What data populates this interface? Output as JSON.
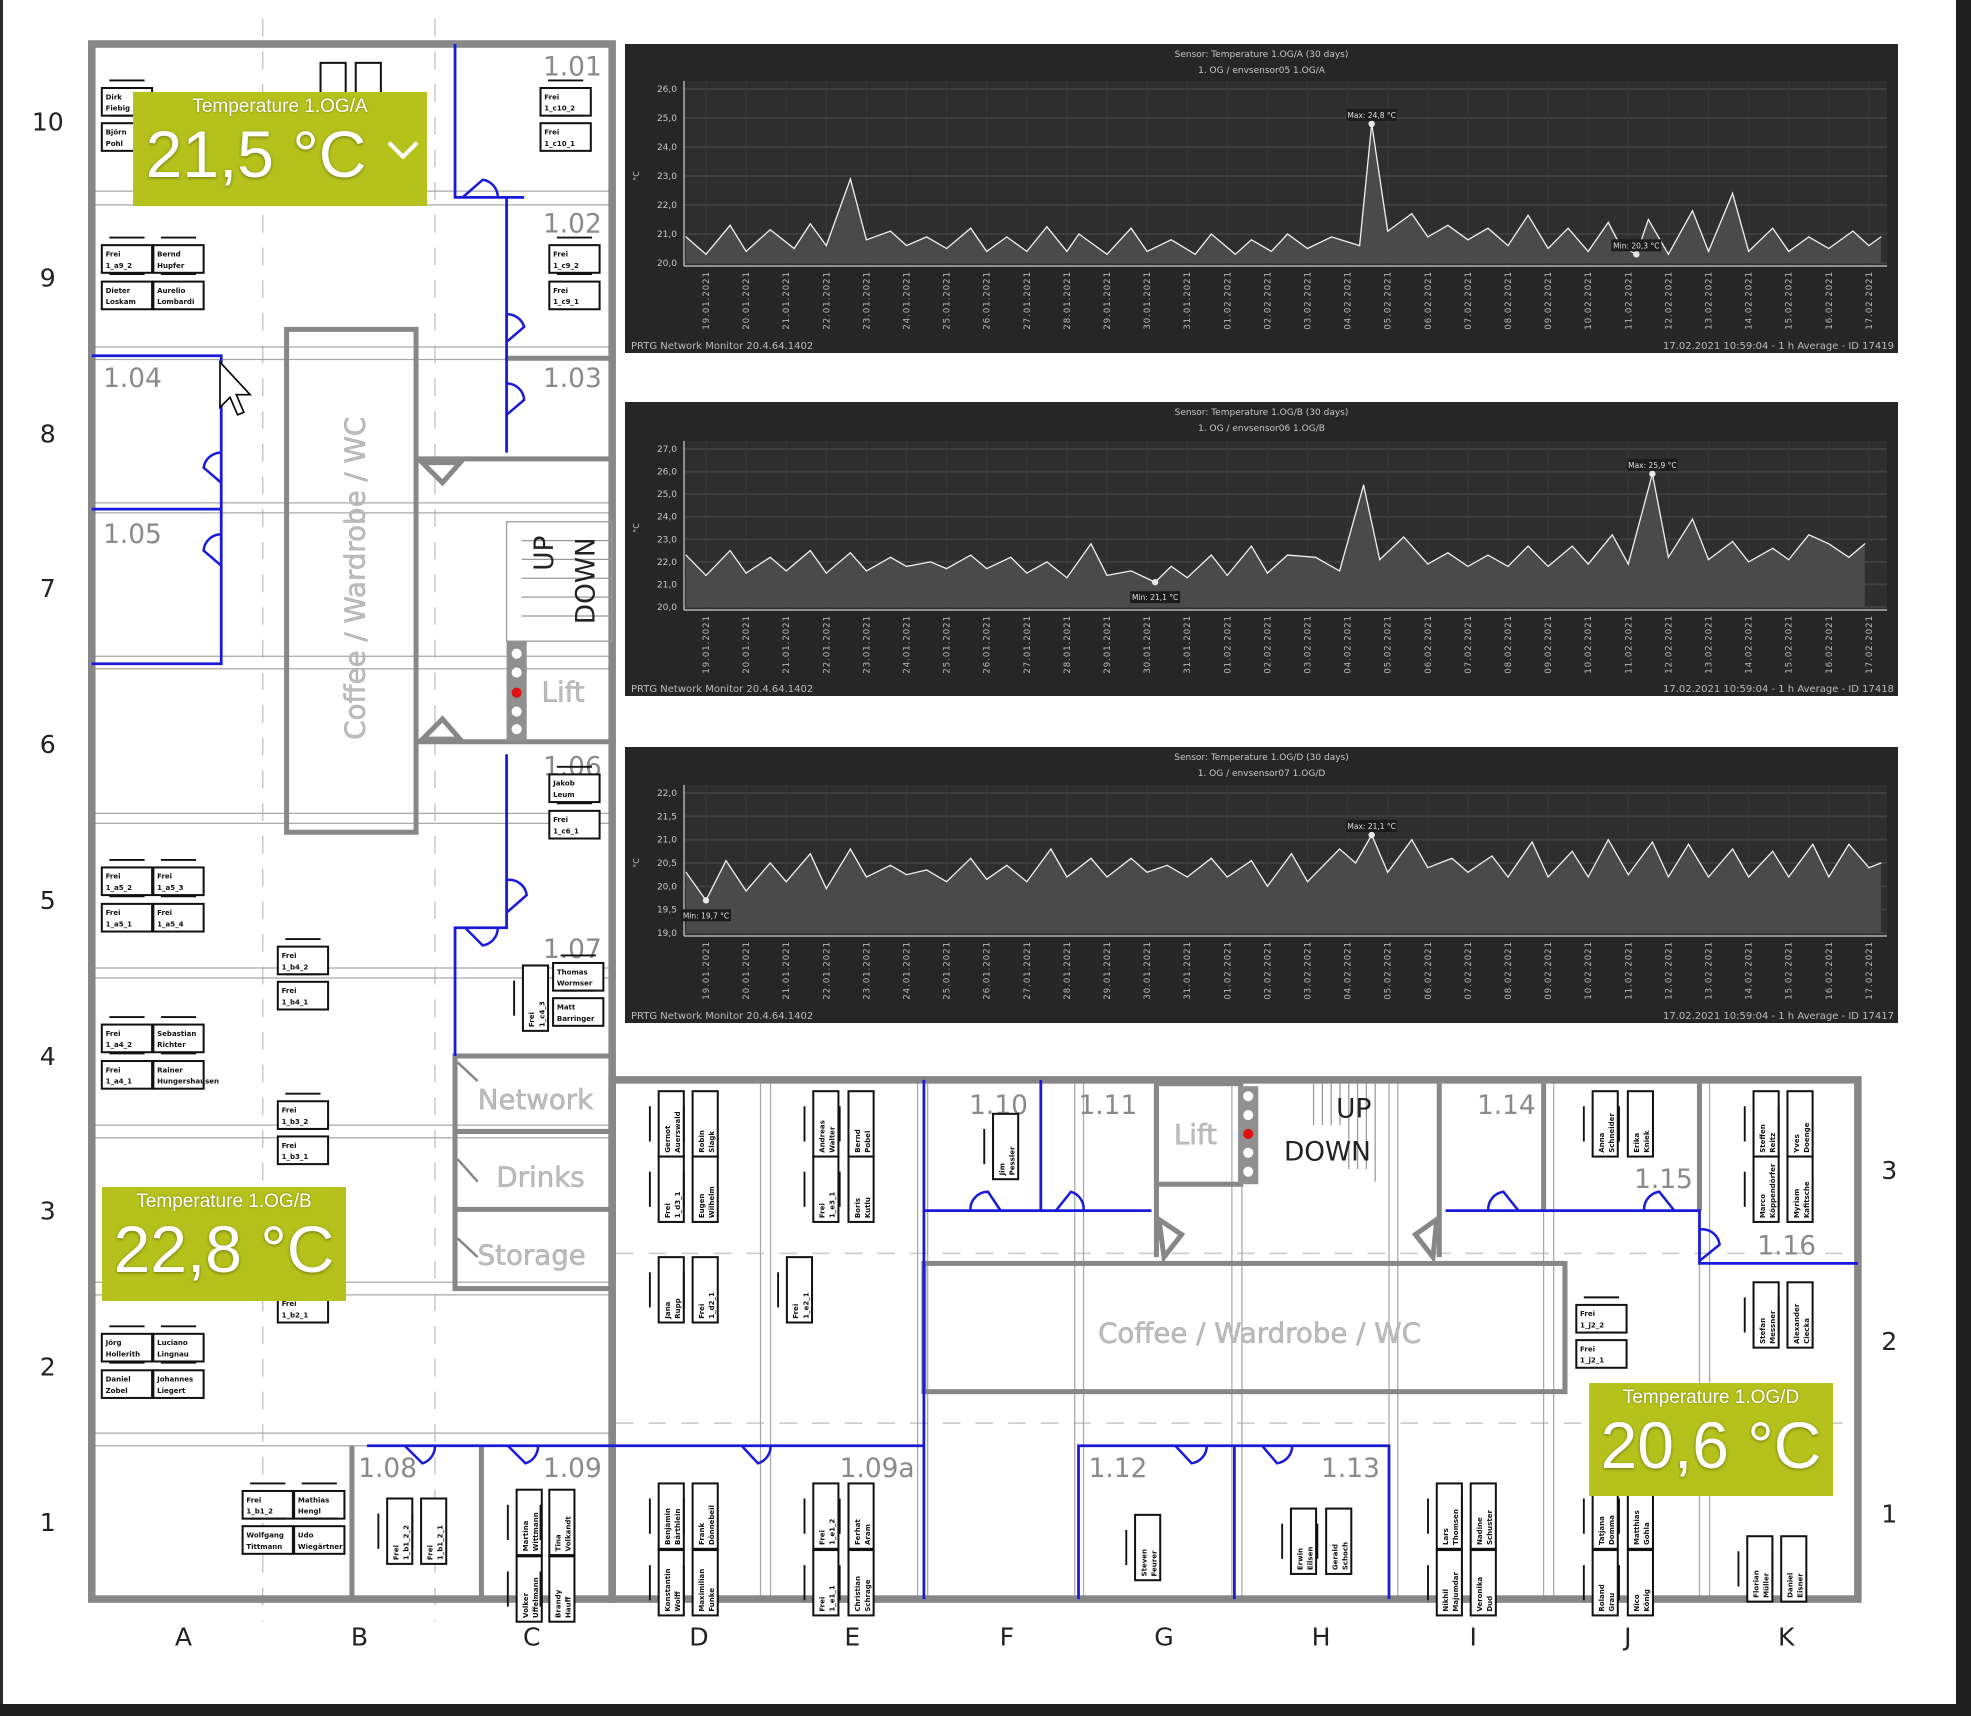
{
  "tiles": [
    {
      "title": "Temperature 1.OG/A",
      "value": "21,5 °C",
      "icon": "chevron-down-icon"
    },
    {
      "title": "Temperature 1.OG/B",
      "value": "22,8 °C"
    },
    {
      "title": "Temperature 1.OG/D",
      "value": "20,6 °C"
    }
  ],
  "colors": {
    "tile": "#b5c21b",
    "wall": "#878787",
    "blue_wall": "#1a1adb",
    "chart_bg": "#262626"
  },
  "floorplan": {
    "rows": [
      "10",
      "9",
      "8",
      "7",
      "6",
      "5",
      "4",
      "3",
      "2",
      "1"
    ],
    "rows_right": [
      "3",
      "2",
      "1"
    ],
    "columns": [
      "A",
      "B",
      "C",
      "D",
      "E",
      "F",
      "G",
      "H",
      "I",
      "J",
      "K"
    ],
    "rooms": [
      "1.01",
      "1.02",
      "1.03",
      "1.04",
      "1.05",
      "1.06",
      "1.07",
      "1.08",
      "1.09",
      "1.09a",
      "1.10",
      "1.11",
      "1.12",
      "1.13",
      "1.14",
      "1.15",
      "1.16"
    ],
    "areas": {
      "coffee_left": "Coffee / Wardrobe / WC",
      "coffee_bottom": "Coffee / Wardrobe / WC",
      "up_left": "UP",
      "down_left": "DOWN",
      "up_bottom": "UP",
      "down_bottom": "DOWN",
      "lift_left": "Lift",
      "lift_bottom": "Lift",
      "network": "Network",
      "drinks": "Drinks",
      "storage": "Storage"
    },
    "desks": [
      [
        "Dirk",
        "Fiebig"
      ],
      [
        "Björn",
        "Pohl"
      ],
      [
        "Frei",
        "1_c10_2"
      ],
      [
        "Frei",
        "1_c10_1"
      ],
      [
        "Frei",
        "1_a9_2"
      ],
      [
        "Bernd",
        "Hupfer"
      ],
      [
        "Dieter",
        "Loskam"
      ],
      [
        "Aurelio",
        "Lombardi"
      ],
      [
        "Frei",
        "1_c9_2"
      ],
      [
        "Frei",
        "1_c9_1"
      ],
      [
        "Jakob",
        "Leum"
      ],
      [
        "Frei",
        "1_c6_1"
      ],
      [
        "Frei",
        "1_a5_2"
      ],
      [
        "Frei",
        "1_a5_3"
      ],
      [
        "Frei",
        "1_a5_1"
      ],
      [
        "Frei",
        "1_a5_4"
      ],
      [
        "Frei",
        "1_b4_2"
      ],
      [
        "Frei",
        "1_b4_1"
      ],
      [
        "Thomas",
        "Wormser"
      ],
      [
        "Matt",
        "Barringer"
      ],
      [
        "Frei",
        "1_c4_3"
      ],
      [
        "Frei",
        "1_a4_2"
      ],
      [
        "Sebastian",
        "Richter"
      ],
      [
        "Frei",
        "1_a4_1"
      ],
      [
        "Rainer",
        "Hungershausen"
      ],
      [
        "Frei",
        "1_b3_2"
      ],
      [
        "Frei",
        "1_b3_1"
      ],
      [
        "Frei",
        "1_b2_1"
      ],
      [
        "Jörg",
        "Hollerith"
      ],
      [
        "Luciano",
        "Lingnau"
      ],
      [
        "Daniel",
        "Zobel"
      ],
      [
        "Johannes",
        "Liegert"
      ],
      [
        "Frei",
        "1_b1_2"
      ],
      [
        "Mathias",
        "Hengl"
      ],
      [
        "Wolfgang",
        "Tittmann"
      ],
      [
        "Udo",
        "Wiegärtner"
      ],
      [
        "Frei",
        "1_b1_2_2"
      ],
      [
        "Frei",
        "1_b1_2_1"
      ],
      [
        "Martina",
        "Wittmann"
      ],
      [
        "Volker",
        "Uffelmann"
      ],
      [
        "Tina",
        "Volkandt"
      ],
      [
        "Brandy",
        "Hauff"
      ],
      [
        "Gernot",
        "Auerswald"
      ],
      [
        "Robin",
        "Slagk"
      ],
      [
        "Frei",
        "1_d3_1"
      ],
      [
        "Eugen",
        "Wilhelm"
      ],
      [
        "Jana",
        "Rupp"
      ],
      [
        "Frei",
        "1_d2_1"
      ],
      [
        "Andreas",
        "Walter"
      ],
      [
        "Bernd",
        "Pobel"
      ],
      [
        "Frei",
        "1_e3_1"
      ],
      [
        "Boris",
        "Kutlu"
      ],
      [
        "Frei",
        "1_e2_1"
      ],
      [
        "Jim",
        "Pessler"
      ],
      [
        "Benjamin",
        "Bärthlein"
      ],
      [
        "Frank",
        "Dönnebeil"
      ],
      [
        "Konstantin",
        "Wolff"
      ],
      [
        "Maximilian",
        "Funke"
      ],
      [
        "Frei",
        "1_e1_2"
      ],
      [
        "Ferhat",
        "Aram"
      ],
      [
        "Frei",
        "1_e1_1"
      ],
      [
        "Christian",
        "Schrage"
      ],
      [
        "Steven",
        "Feurer"
      ],
      [
        "Erwin",
        "Eilsen"
      ],
      [
        "Gerald",
        "Schoch"
      ],
      [
        "Lars",
        "Thomsen"
      ],
      [
        "Nadine",
        "Schuster"
      ],
      [
        "Nikhil",
        "Majumdar"
      ],
      [
        "Veronika",
        "Dud"
      ],
      [
        "Tatjana",
        "Domma"
      ],
      [
        "Matthias",
        "Gohla"
      ],
      [
        "Roland",
        "Grau"
      ],
      [
        "Nico",
        "König"
      ],
      [
        "Anna",
        "Schneider"
      ],
      [
        "Erika",
        "Kniek"
      ],
      [
        "Steffen",
        "Reitz"
      ],
      [
        "Yves",
        "Doenge"
      ],
      [
        "Marco",
        "Köppendörfer"
      ],
      [
        "Myriam",
        "Kafitsche"
      ],
      [
        "Stefan",
        "Messner"
      ],
      [
        "Alexander",
        "Ciecka"
      ],
      [
        "Florian",
        "Müller"
      ],
      [
        "Daniel",
        "Eisner"
      ],
      [
        "Frei",
        "1_j2_2"
      ],
      [
        "Frei",
        "1_j2_1"
      ]
    ]
  },
  "chart_data": [
    {
      "type": "line",
      "title": "Sensor: Temperature 1.OG/A (30 days)",
      "subtitle": "1. OG / envsensor05 1.OG/A",
      "ylabel": "°C",
      "ylim": [
        20,
        26
      ],
      "yticks": [
        "20,0",
        "21,0",
        "22,0",
        "23,0",
        "24,0",
        "25,0",
        "26,0"
      ],
      "x_labels": [
        "19.01.2021",
        "20.01.2021",
        "21.01.2021",
        "22.01.2021",
        "23.01.2021",
        "24.01.2021",
        "25.01.2021",
        "26.01.2021",
        "27.01.2021",
        "28.01.2021",
        "29.01.2021",
        "30.01.2021",
        "31.01.2021",
        "01.02.2021",
        "02.02.2021",
        "03.02.2021",
        "04.02.2021",
        "05.02.2021",
        "06.02.2021",
        "07.02.2021",
        "08.02.2021",
        "09.02.2021",
        "10.02.2021",
        "11.02.2021",
        "12.02.2021",
        "13.02.2021",
        "14.02.2021",
        "15.02.2021",
        "16.02.2021",
        "17.02.2021"
      ],
      "points": [
        [
          -0.5,
          20.9
        ],
        [
          0,
          20.3
        ],
        [
          0.6,
          21.3
        ],
        [
          1,
          20.4
        ],
        [
          1.6,
          21.15
        ],
        [
          2.2,
          20.5
        ],
        [
          2.6,
          21.35
        ],
        [
          3,
          20.6
        ],
        [
          3.6,
          22.9
        ],
        [
          4,
          20.8
        ],
        [
          4.6,
          21.1
        ],
        [
          5,
          20.6
        ],
        [
          5.5,
          20.9
        ],
        [
          6,
          20.5
        ],
        [
          6.6,
          21.2
        ],
        [
          7,
          20.4
        ],
        [
          7.5,
          20.9
        ],
        [
          8,
          20.4
        ],
        [
          8.5,
          21.25
        ],
        [
          9,
          20.4
        ],
        [
          9.3,
          21.0
        ],
        [
          10,
          20.3
        ],
        [
          10.6,
          21.2
        ],
        [
          11,
          20.4
        ],
        [
          11.6,
          20.8
        ],
        [
          12.2,
          20.3
        ],
        [
          12.6,
          21.0
        ],
        [
          13.2,
          20.3
        ],
        [
          13.6,
          20.8
        ],
        [
          14.1,
          20.4
        ],
        [
          14.5,
          21.0
        ],
        [
          15,
          20.5
        ],
        [
          15.6,
          20.9
        ],
        [
          16.3,
          20.6
        ],
        [
          16.6,
          24.8
        ],
        [
          17,
          21.1
        ],
        [
          17.6,
          21.7
        ],
        [
          18,
          20.9
        ],
        [
          18.5,
          21.3
        ],
        [
          19,
          20.8
        ],
        [
          19.5,
          21.2
        ],
        [
          20,
          20.6
        ],
        [
          20.5,
          21.65
        ],
        [
          21,
          20.5
        ],
        [
          21.5,
          21.2
        ],
        [
          22,
          20.4
        ],
        [
          22.5,
          21.4
        ],
        [
          22.8,
          20.6
        ],
        [
          23.2,
          20.3
        ],
        [
          23.5,
          21.5
        ],
        [
          24,
          20.3
        ],
        [
          24.6,
          21.8
        ],
        [
          25,
          20.4
        ],
        [
          25.6,
          22.4
        ],
        [
          26,
          20.4
        ],
        [
          26.6,
          21.2
        ],
        [
          27,
          20.4
        ],
        [
          27.5,
          20.9
        ],
        [
          28,
          20.5
        ],
        [
          28.6,
          21.1
        ],
        [
          29,
          20.6
        ],
        [
          29.3,
          20.9
        ]
      ],
      "max": {
        "label": "Max: 24,8 °C",
        "x": 16.6,
        "y": 24.8
      },
      "min": {
        "label": "Min: 20,3 °C",
        "x": 23.2,
        "y": 20.3
      },
      "footer_left": "PRTG Network Monitor 20.4.64.1402",
      "footer_right": "17.02.2021 10:59:04 - 1 h Average - ID 17419"
    },
    {
      "type": "line",
      "title": "Sensor: Temperature 1.OG/B (30 days)",
      "subtitle": "1. OG / envsensor06 1.OG/B",
      "ylabel": "°C",
      "ylim": [
        20,
        27
      ],
      "yticks": [
        "20,0",
        "21,0",
        "22,0",
        "23,0",
        "24,0",
        "25,0",
        "26,0",
        "27,0"
      ],
      "x_labels": [
        "19.01.2021",
        "20.01.2021",
        "21.01.2021",
        "22.01.2021",
        "23.01.2021",
        "24.01.2021",
        "25.01.2021",
        "26.01.2021",
        "27.01.2021",
        "28.01.2021",
        "29.01.2021",
        "30.01.2021",
        "31.01.2021",
        "01.02.2021",
        "02.02.2021",
        "03.02.2021",
        "04.02.2021",
        "05.02.2021",
        "06.02.2021",
        "07.02.2021",
        "08.02.2021",
        "09.02.2021",
        "10.02.2021",
        "11.02.2021",
        "12.02.2021",
        "13.02.2021",
        "14.02.2021",
        "15.02.2021",
        "16.02.2021",
        "17.02.2021"
      ],
      "points": [
        [
          -0.5,
          22.3
        ],
        [
          0,
          21.4
        ],
        [
          0.6,
          22.5
        ],
        [
          1,
          21.5
        ],
        [
          1.6,
          22.2
        ],
        [
          2,
          21.6
        ],
        [
          2.6,
          22.5
        ],
        [
          3,
          21.5
        ],
        [
          3.6,
          22.4
        ],
        [
          4,
          21.6
        ],
        [
          4.6,
          22.2
        ],
        [
          5,
          21.8
        ],
        [
          5.6,
          22.0
        ],
        [
          6,
          21.7
        ],
        [
          6.6,
          22.3
        ],
        [
          7,
          21.7
        ],
        [
          7.6,
          22.2
        ],
        [
          8,
          21.5
        ],
        [
          8.5,
          22.0
        ],
        [
          9,
          21.3
        ],
        [
          9.6,
          22.8
        ],
        [
          10,
          21.4
        ],
        [
          10.6,
          21.6
        ],
        [
          11.2,
          21.1
        ],
        [
          11.6,
          21.8
        ],
        [
          12,
          21.3
        ],
        [
          12.6,
          22.3
        ],
        [
          13,
          21.4
        ],
        [
          13.6,
          22.7
        ],
        [
          14,
          21.5
        ],
        [
          14.5,
          22.3
        ],
        [
          15.2,
          22.2
        ],
        [
          15.8,
          21.6
        ],
        [
          16.4,
          25.4
        ],
        [
          16.8,
          22.1
        ],
        [
          17.4,
          23.1
        ],
        [
          18,
          21.9
        ],
        [
          18.5,
          22.4
        ],
        [
          19,
          21.8
        ],
        [
          19.5,
          22.3
        ],
        [
          20,
          21.8
        ],
        [
          20.5,
          22.7
        ],
        [
          21,
          21.8
        ],
        [
          21.6,
          22.7
        ],
        [
          22,
          21.9
        ],
        [
          22.6,
          23.2
        ],
        [
          23,
          21.9
        ],
        [
          23.6,
          25.9
        ],
        [
          24,
          22.2
        ],
        [
          24.6,
          23.9
        ],
        [
          25,
          22.1
        ],
        [
          25.6,
          22.9
        ],
        [
          26,
          22.0
        ],
        [
          26.6,
          22.6
        ],
        [
          27,
          22.1
        ],
        [
          27.5,
          23.2
        ],
        [
          28,
          22.8
        ],
        [
          28.5,
          22.2
        ],
        [
          28.9,
          22.8
        ]
      ],
      "max": {
        "label": "Max: 25,9 °C",
        "x": 23.6,
        "y": 25.9
      },
      "min": {
        "label": "Min: 21,1 °C",
        "x": 11.2,
        "y": 21.1
      },
      "footer_left": "PRTG Network Monitor 20.4.64.1402",
      "footer_right": "17.02.2021 10:59:04 - 1 h Average - ID 17418"
    },
    {
      "type": "line",
      "title": "Sensor: Temperature 1.OG/D (30 days)",
      "subtitle": "1. OG / envsensor07 1.OG/D",
      "ylabel": "°C",
      "ylim": [
        19,
        22
      ],
      "yticks": [
        "19,0",
        "19,5",
        "20,0",
        "20,5",
        "21,0",
        "21,5",
        "22,0"
      ],
      "x_labels": [
        "19.01.2021",
        "20.01.2021",
        "21.01.2021",
        "22.01.2021",
        "23.01.2021",
        "24.01.2021",
        "25.01.2021",
        "26.01.2021",
        "27.01.2021",
        "28.01.2021",
        "29.01.2021",
        "30.01.2021",
        "31.01.2021",
        "01.02.2021",
        "02.02.2021",
        "03.02.2021",
        "04.02.2021",
        "05.02.2021",
        "06.02.2021",
        "07.02.2021",
        "08.02.2021",
        "09.02.2021",
        "10.02.2021",
        "11.02.2021",
        "12.02.2021",
        "13.02.2021",
        "14.02.2021",
        "15.02.2021",
        "16.02.2021",
        "17.02.2021"
      ],
      "points": [
        [
          -0.5,
          20.3
        ],
        [
          0,
          19.7
        ],
        [
          0.5,
          20.55
        ],
        [
          1,
          19.9
        ],
        [
          1.6,
          20.5
        ],
        [
          2,
          20.1
        ],
        [
          2.6,
          20.7
        ],
        [
          3,
          19.95
        ],
        [
          3.6,
          20.8
        ],
        [
          4,
          20.2
        ],
        [
          4.6,
          20.45
        ],
        [
          5,
          20.25
        ],
        [
          5.5,
          20.35
        ],
        [
          6,
          20.1
        ],
        [
          6.6,
          20.6
        ],
        [
          7,
          20.15
        ],
        [
          7.5,
          20.45
        ],
        [
          8,
          20.1
        ],
        [
          8.6,
          20.8
        ],
        [
          9,
          20.2
        ],
        [
          9.6,
          20.6
        ],
        [
          10,
          20.2
        ],
        [
          10.6,
          20.6
        ],
        [
          11,
          20.3
        ],
        [
          11.5,
          20.45
        ],
        [
          12,
          20.2
        ],
        [
          12.6,
          20.6
        ],
        [
          13,
          20.2
        ],
        [
          13.6,
          20.55
        ],
        [
          14,
          20.0
        ],
        [
          14.6,
          20.7
        ],
        [
          15,
          20.1
        ],
        [
          15.8,
          20.8
        ],
        [
          16.2,
          20.5
        ],
        [
          16.6,
          21.1
        ],
        [
          17,
          20.3
        ],
        [
          17.6,
          21.0
        ],
        [
          18,
          20.4
        ],
        [
          18.6,
          20.6
        ],
        [
          19,
          20.3
        ],
        [
          19.6,
          20.65
        ],
        [
          20,
          20.2
        ],
        [
          20.6,
          20.95
        ],
        [
          21,
          20.2
        ],
        [
          21.6,
          20.75
        ],
        [
          22,
          20.2
        ],
        [
          22.5,
          21.0
        ],
        [
          23,
          20.25
        ],
        [
          23.6,
          20.95
        ],
        [
          24,
          20.2
        ],
        [
          24.5,
          20.9
        ],
        [
          25,
          20.2
        ],
        [
          25.6,
          20.8
        ],
        [
          26,
          20.2
        ],
        [
          26.6,
          20.75
        ],
        [
          27,
          20.2
        ],
        [
          27.6,
          20.9
        ],
        [
          28,
          20.2
        ],
        [
          28.5,
          20.9
        ],
        [
          29,
          20.4
        ],
        [
          29.3,
          20.5
        ]
      ],
      "max": {
        "label": "Max: 21,1 °C",
        "x": 16.6,
        "y": 21.1
      },
      "min": {
        "label": "Min: 19,7 °C",
        "x": 0,
        "y": 19.7
      },
      "footer_left": "PRTG Network Monitor 20.4.64.1402",
      "footer_right": "17.02.2021 10:59:04 - 1 h Average - ID 17417"
    }
  ]
}
